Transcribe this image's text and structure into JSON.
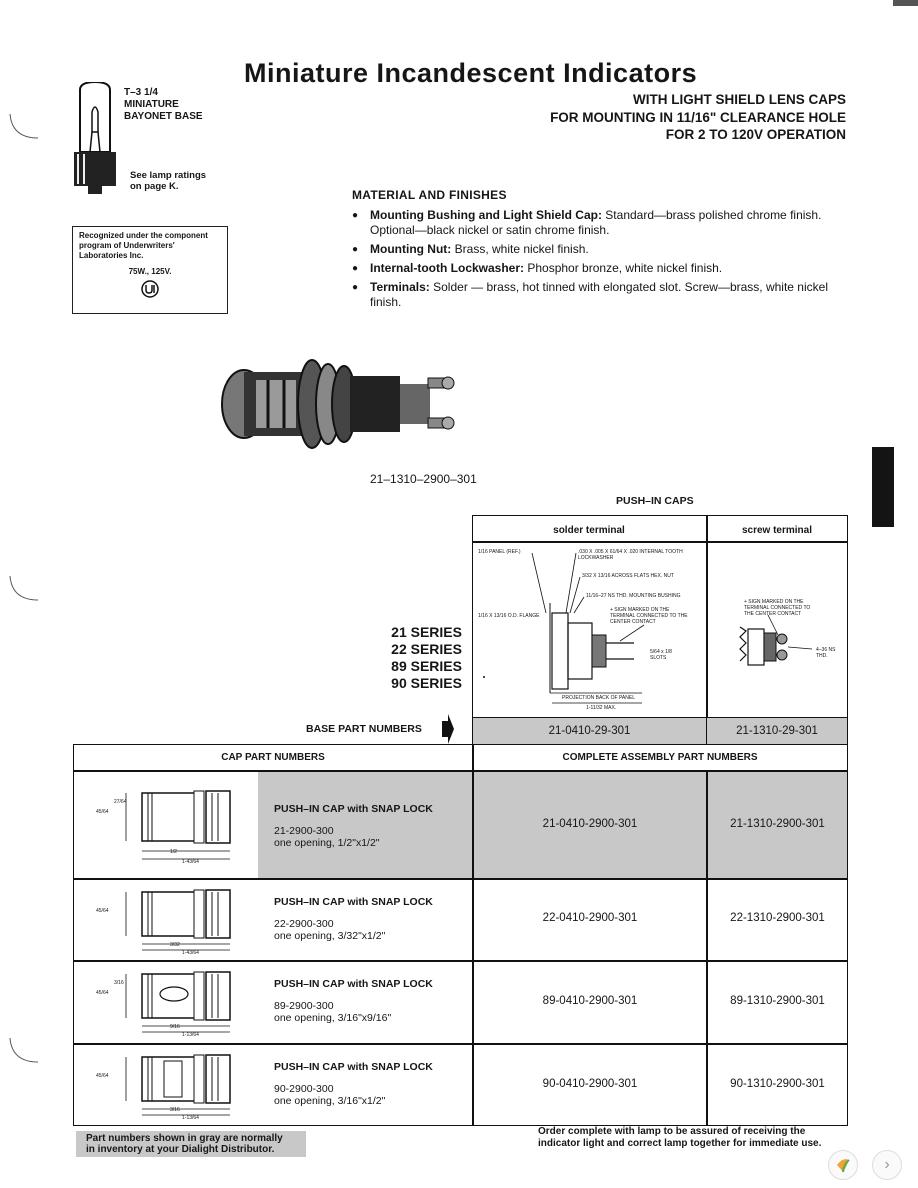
{
  "header": {
    "title": "Miniature Incandescent Indicators",
    "sub1": "WITH LIGHT SHIELD LENS CAPS",
    "sub2": "FOR MOUNTING IN 11/16\" CLEARANCE HOLE",
    "sub3": "FOR 2 TO 120V OPERATION"
  },
  "lamp": {
    "line1": "T–3 1/4",
    "line2": "MINIATURE",
    "line3": "BAYONET BASE",
    "note1": "See lamp ratings",
    "note2": "on page K."
  },
  "ul_box": {
    "line1": "Recognized under the component",
    "line2": "program of Underwriters'",
    "line3": "Laboratories Inc.",
    "rating": "75W., 125V."
  },
  "materials": {
    "heading": "MATERIAL AND FINISHES",
    "items": [
      {
        "label": "Mounting Bushing and Light Shield Cap:",
        "text": " Standard—brass polished chrome finish. Optional—black nickel or satin chrome finish."
      },
      {
        "label": "Mounting Nut:",
        "text": " Brass, white nickel finish."
      },
      {
        "label": "Internal-tooth Lockwasher:",
        "text": " Phosphor bronze, white nickel finish."
      },
      {
        "label": "Terminals:",
        "text": "  Solder — brass, hot tinned with elongated slot. Screw—brass, white nickel finish."
      }
    ]
  },
  "photo_label": "21–1310–2900–301",
  "table": {
    "pushin_caps": "PUSH–IN CAPS",
    "col_solder": "solder terminal",
    "col_screw": "screw terminal",
    "series": [
      "21 SERIES",
      "22 SERIES",
      "89 SERIES",
      "90 SERIES"
    ],
    "base_label": "BASE PART NUMBERS",
    "base_solder": "21-0410-29-301",
    "base_screw": "21-1310-29-301",
    "cap_header": "CAP PART NUMBERS",
    "assembly_header": "COMPLETE ASSEMBLY PART NUMBERS",
    "diagram_solder": {
      "panel": "1/16 PANEL (REF.)",
      "washer": ".030 X .005 X 61/64 X .020 INTERNAL TOOTH LOCKWASHER",
      "nut": "3/32 X 13/16 ACROSS FLATS HEX. NUT",
      "bushing": "11/16–27 NS THD. MOUNTING BUSHING",
      "flange": "1/16 X 13/16 O.D. FLANGE",
      "sign": "+ SIGN MARKED ON THE TERMINAL CONNECTED TO THE CENTER CONTACT",
      "slots": "5/64 x 1/8 SLOTS",
      "projection": "PROJECTION BACK OF PANEL",
      "max": "1-11/32 MAX."
    },
    "diagram_screw": {
      "sign": "+ SIGN MARKED ON THE TERMINAL CONNECTED TO THE CENTER CONTACT",
      "thd": "4–36 NS THD."
    },
    "rows": [
      {
        "title": "PUSH–IN CAP with SNAP LOCK",
        "part": "21-2900-300",
        "desc": "one opening, 1/2\"x1/2\"",
        "solder": "21-0410-2900-301",
        "screw": "21-1310-2900-301",
        "gray": true,
        "dims": {
          "h1": "27/64",
          "h2": "45/64",
          "w1": "1/2",
          "w2": "1-43/64"
        }
      },
      {
        "title": "PUSH–IN CAP with SNAP LOCK",
        "part": "22-2900-300",
        "desc": "one opening, 3/32\"x1/2\"",
        "solder": "22-0410-2900-301",
        "screw": "22-1310-2900-301",
        "gray": false,
        "dims": {
          "h1": "",
          "h2": "45/64",
          "w1": "3/32",
          "w2": "1-43/64"
        }
      },
      {
        "title": "PUSH–IN CAP with SNAP LOCK",
        "part": "89-2900-300",
        "desc": "one opening, 3/16\"x9/16\"",
        "solder": "89-0410-2900-301",
        "screw": "89-1310-2900-301",
        "gray": false,
        "dims": {
          "h1": "3/16",
          "h2": "45/64",
          "w1": "9/16",
          "w2": "1-13/64"
        }
      },
      {
        "title": "PUSH–IN CAP with SNAP LOCK",
        "part": "90-2900-300",
        "desc": "one opening, 3/16\"x1/2\"",
        "solder": "90-0410-2900-301",
        "screw": "90-1310-2900-301",
        "gray": false,
        "dims": {
          "h1": "",
          "h2": "45/64",
          "w1": "3/16",
          "w2": "1-13/64"
        }
      }
    ]
  },
  "footer": {
    "left1": "Part numbers shown in gray are normally",
    "left2": "in inventory at your Dialight Distributor.",
    "right1": "Order complete with lamp to be assured of receiving the",
    "right2": "indicator light and correct lamp together for immediate use."
  },
  "icons": {
    "ul": "ul-logo-icon",
    "arrow": "arrow-right-icon",
    "next": "chevron-right-icon"
  }
}
